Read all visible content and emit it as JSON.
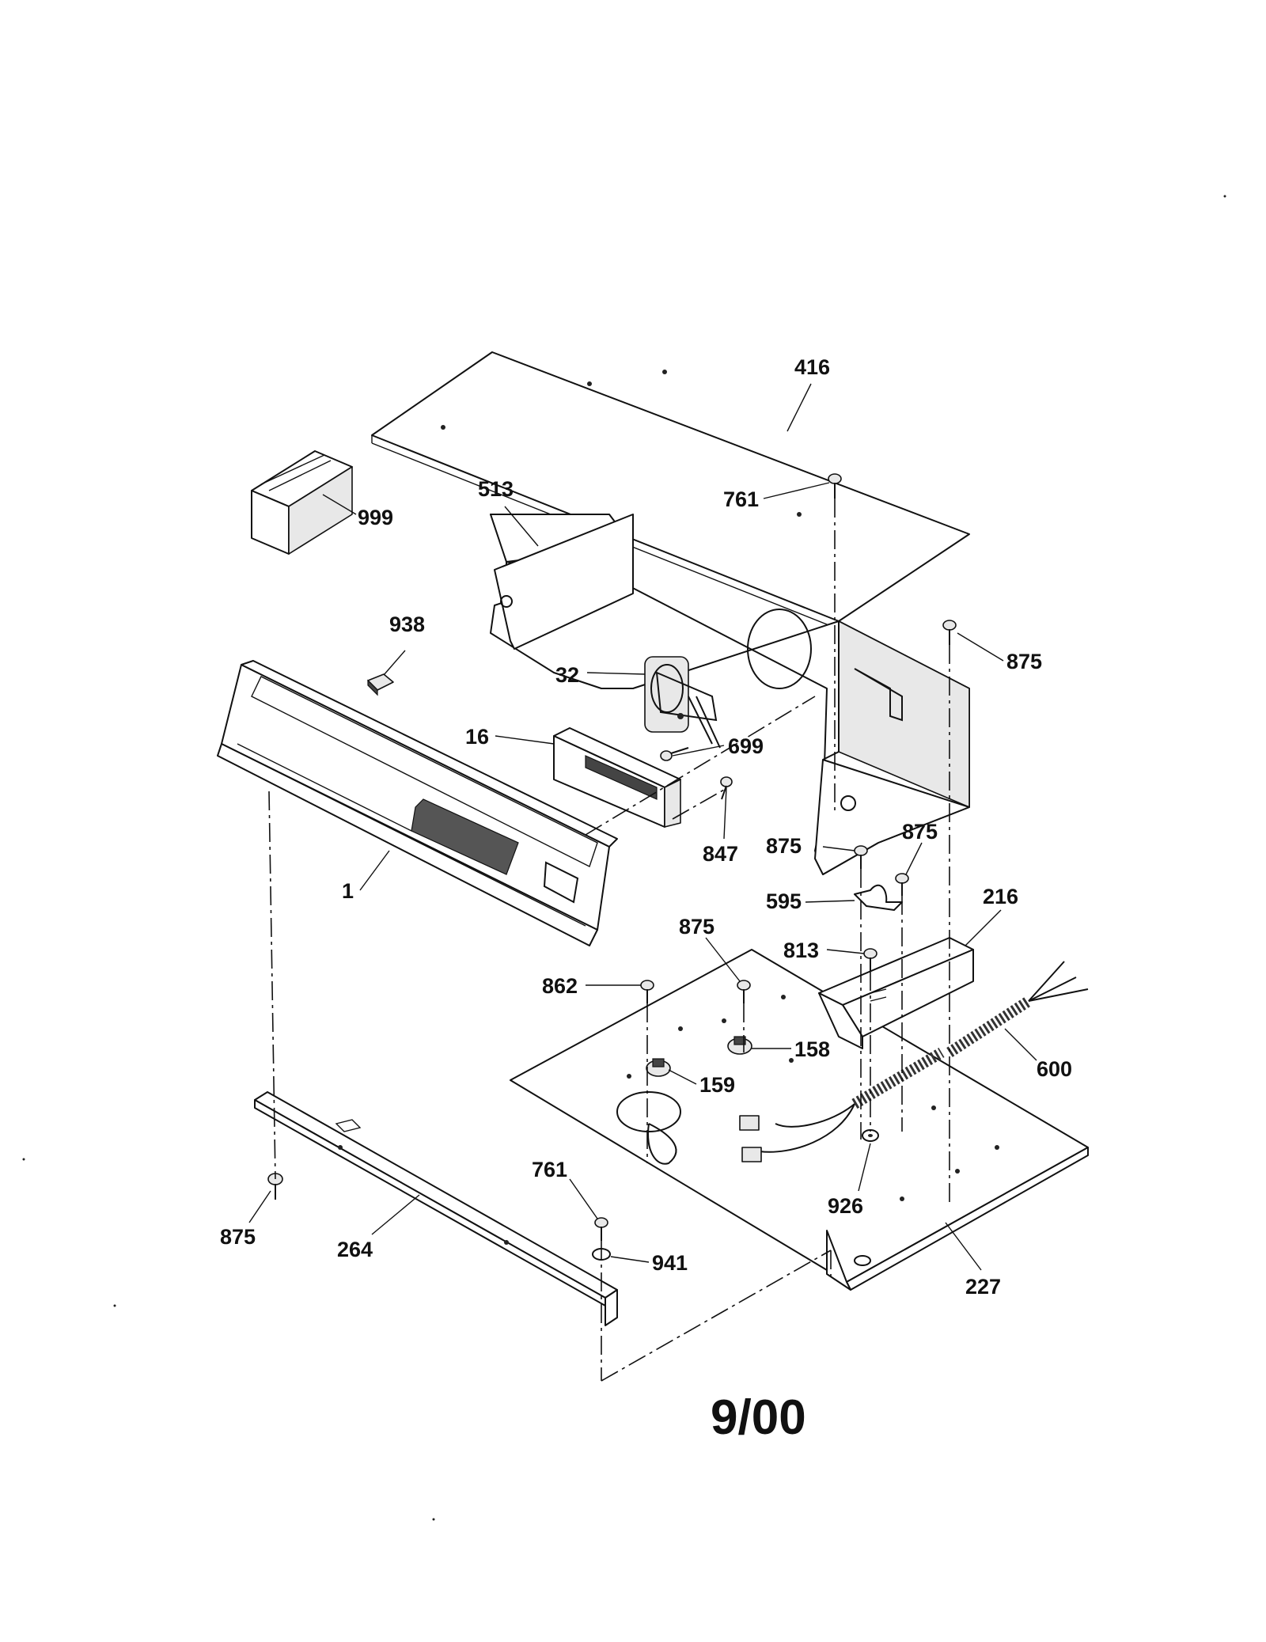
{
  "diagram": {
    "date_code": "9/00",
    "callouts": {
      "c416": "416",
      "c513": "513",
      "c999": "999",
      "c761_top": "761",
      "c875_right": "875",
      "c938": "938",
      "c32": "32",
      "c16": "16",
      "c699": "699",
      "c847": "847",
      "c1": "1",
      "c875_mid_a": "875",
      "c875_mid_b": "875",
      "c595": "595",
      "c216": "216",
      "c875_base": "875",
      "c813": "813",
      "c862": "862",
      "c158": "158",
      "c600": "600",
      "c159": "159",
      "c926": "926",
      "c761_low": "761",
      "c941": "941",
      "c875_left": "875",
      "c264": "264",
      "c227": "227"
    }
  }
}
